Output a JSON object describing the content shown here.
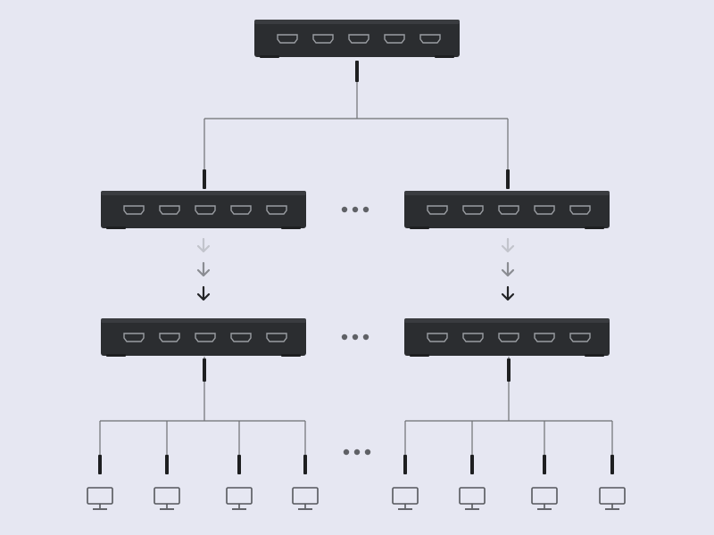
{
  "colors": {
    "background": "#e6e7f2",
    "device_body": "#2b2d30",
    "device_top": "#3a3c40",
    "port": "#9a9da2",
    "wire": "#6e7073",
    "plug": "#1e1f21",
    "ellipsis": "#5f6166",
    "monitor": "#55575c",
    "arrow_faint": "#c2c4cc",
    "arrow_mid": "#8a8c92",
    "arrow_dark": "#222326"
  },
  "icons": {
    "splitter": "hdmi-splitter-icon",
    "hdmi_port": "hdmi-port-icon",
    "arrow": "arrow-down-icon",
    "monitor": "monitor-icon",
    "ellipsis": "ellipsis-icon",
    "cable": "cable-plug-icon"
  },
  "diagram": {
    "tiers": [
      {
        "name": "source-splitter",
        "devices": 1,
        "ports_per_device": 5
      },
      {
        "name": "second-tier-splitters",
        "devices": 2,
        "ports_per_device": 5,
        "continued": true
      },
      {
        "name": "third-tier-splitters",
        "devices": 2,
        "ports_per_device": 5,
        "continued": true
      }
    ],
    "cascade_arrows_per_branch": 3,
    "monitors_per_group": 4,
    "monitor_groups": 2,
    "monitor_groups_continued": true
  }
}
